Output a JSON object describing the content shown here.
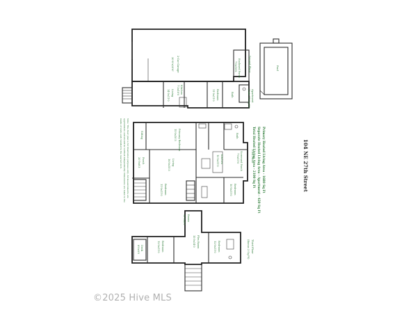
{
  "title": "104 NE 27th Street",
  "watermark": "©2025 Hive MLS",
  "second_floor": {
    "label": "Second Floor",
    "rooms": {
      "garage": "2-Car Garage",
      "garage_dim": "30'6\"x20'6\"",
      "enclosed_porch": "Enclosed Porch",
      "enclosed_porch_dim": "7'0x16'6",
      "apartment": "Apartment",
      "apartment_dim": "(Lots 74 Sq Ft)",
      "living": "Living",
      "living_dim": "14'0x11'0",
      "kitchen": "Kitchen",
      "kitchen_dim": "7'3x10'0",
      "bedroom": "Bedroom",
      "bedroom_dim": "11'0x11'0",
      "bath": "Bath",
      "pool": "Pool"
    }
  },
  "first_floor": {
    "label": "First Floor",
    "rooms": {
      "primary_bedroom": "Primary Bedroom",
      "primary_bedroom_dim": "15'0x10'3",
      "sitting": "Sitting",
      "bath": "Bath",
      "porch": "Porch",
      "porch_dim": "20'0x8'3",
      "living": "Living",
      "living_dim": "16'0x15'3",
      "kitchen": "Kitchen",
      "kitchen_dim": "10'0x11'0",
      "screened_porch": "Screened Porch",
      "screened_porch_dim": "7'0x11'0",
      "bedroom1": "Bedroom",
      "bedroom1_dim": "11'0x11'0",
      "bedroom2": "Bedroom",
      "bedroom2_dim": "10'0x11'0"
    },
    "summary": [
      "Primary Heated Living Area - 1680 Sq Ft",
      "Separate Heated Living Area - Apartment - 420 Sq Ft",
      "Total Heated Living Area - 2100 Sq Ft"
    ],
    "note_lines": [
      "Note: This floor plan is for illustration purposes only. All measurements are",
      "approximate and should be verified independently. Dimensions are taken to the",
      "inside of walls and rounded to the nearest inch."
    ]
  },
  "third_floor": {
    "label": "Third Floor",
    "label_dim": "(Bonus 3 Sq Ft)",
    "rooms": {
      "bonus": "Bonus",
      "bonus_dim": "11'0x8'3",
      "flex_room": "Flex Room",
      "flex_room_dim": "15'0x14'0",
      "bedroom_left": "Bedroom",
      "bedroom_left_dim": "12'0x11'0",
      "bedroom_right": "Bedroom",
      "bedroom_right_dim": "12'0x11'0",
      "deck": "Deck",
      "deck_dim": "8'0x6'0"
    }
  }
}
